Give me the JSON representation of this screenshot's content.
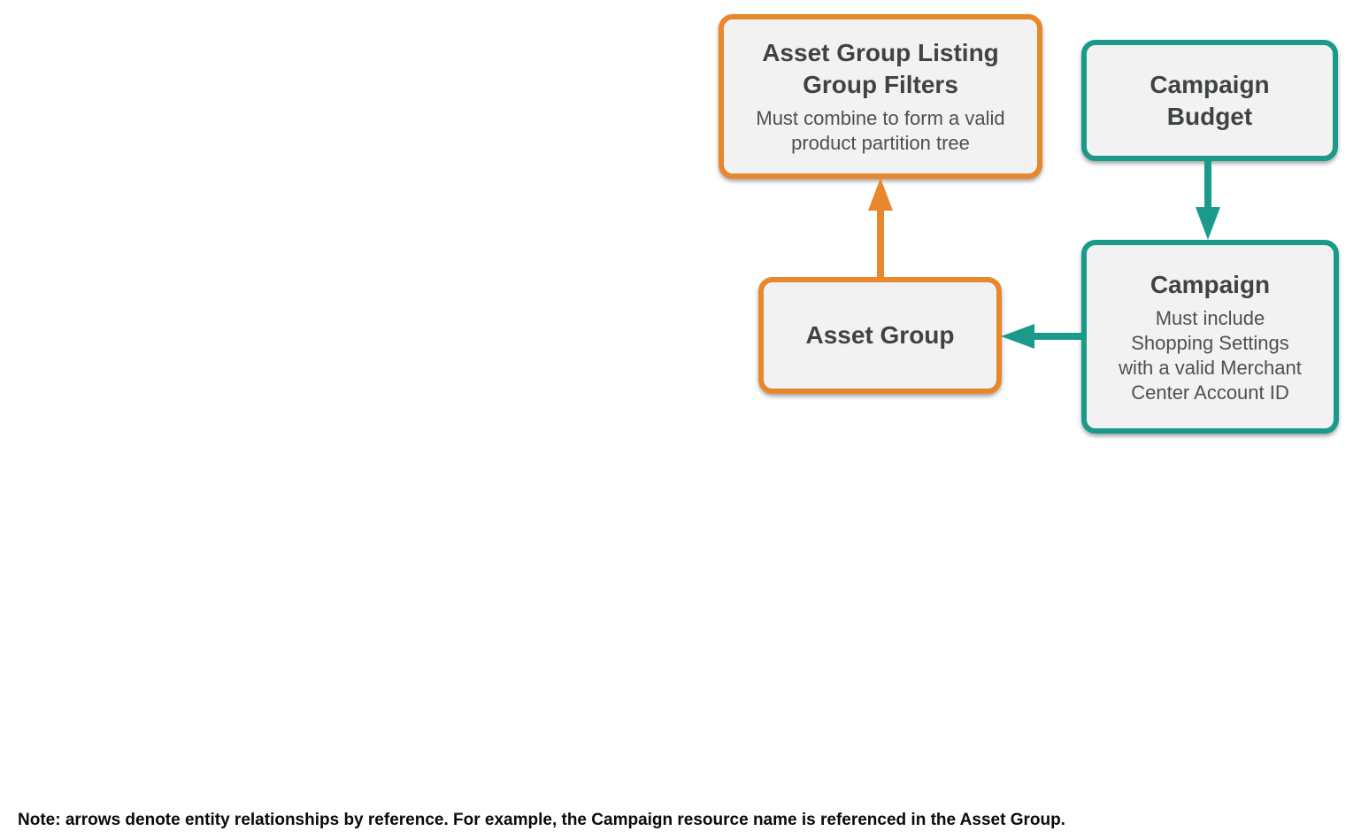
{
  "colors": {
    "orange": "#E8872B",
    "teal": "#1A9A8A",
    "box_fill": "#F2F2F2",
    "title_text": "#404345",
    "subtitle_text": "#4D5053",
    "note_text": "#0A0A0A"
  },
  "diagram": {
    "nodes": {
      "asset_group_listing_group_filters": {
        "title": "Asset Group Listing\nGroup Filters",
        "subtitle": "Must combine to form a valid\nproduct partition tree",
        "accent": "orange"
      },
      "campaign_budget": {
        "title": "Campaign\nBudget",
        "accent": "teal"
      },
      "asset_group": {
        "title": "Asset Group",
        "accent": "orange"
      },
      "campaign": {
        "title": "Campaign",
        "subtitle": "Must include\nShopping Settings\nwith a valid Merchant\nCenter Account ID",
        "accent": "teal"
      }
    },
    "edges": [
      {
        "from": "asset_group",
        "to": "asset_group_listing_group_filters",
        "color": "orange",
        "direction": "up"
      },
      {
        "from": "campaign_budget",
        "to": "campaign",
        "color": "teal",
        "direction": "down"
      },
      {
        "from": "campaign",
        "to": "asset_group",
        "color": "teal",
        "direction": "left"
      }
    ]
  },
  "note": "Note: arrows denote entity relationships by reference. For example, the Campaign resource name is referenced in the Asset Group."
}
